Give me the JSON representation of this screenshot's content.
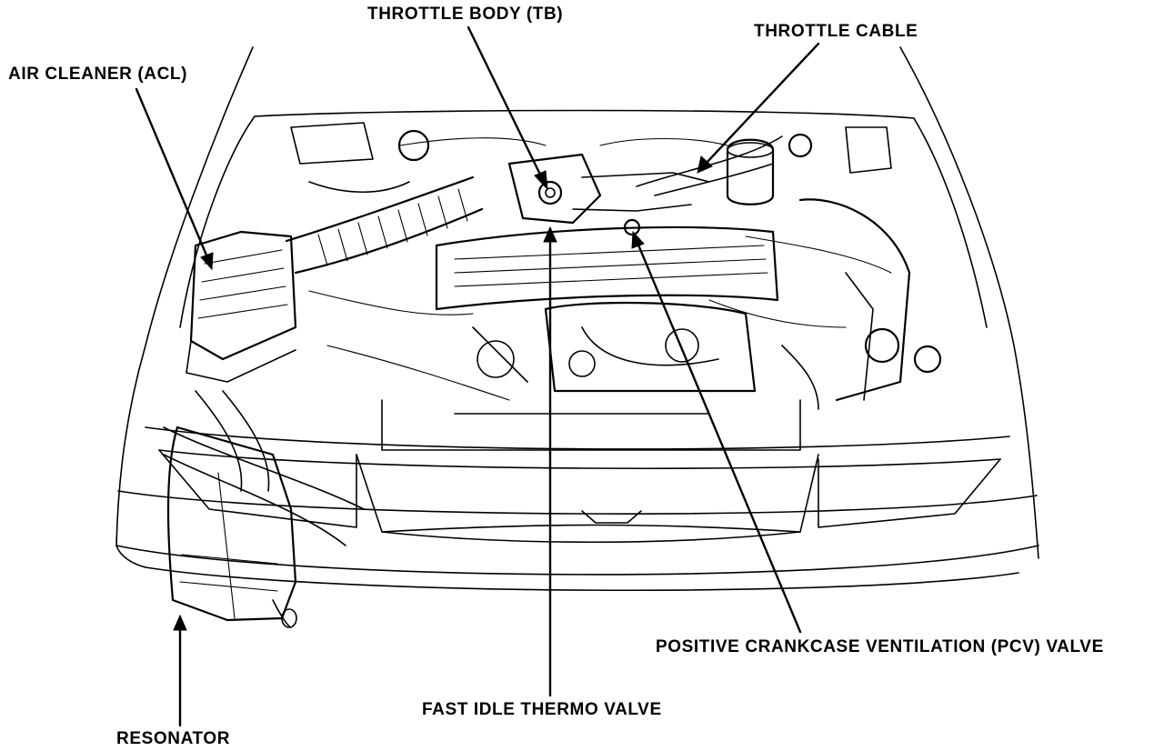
{
  "labels": {
    "throttle_body": "THROTTLE BODY (TB)",
    "throttle_cable": "THROTTLE CABLE",
    "air_cleaner": "AIR CLEANER (ACL)",
    "pcv_valve": "POSITIVE CRANKCASE VENTILATION (PCV) VALVE",
    "fast_idle_thermo_valve": "FAST IDLE THERMO VALVE",
    "resonator": "RESONATOR"
  },
  "colors": {
    "line": "#000000",
    "background": "#ffffff"
  }
}
